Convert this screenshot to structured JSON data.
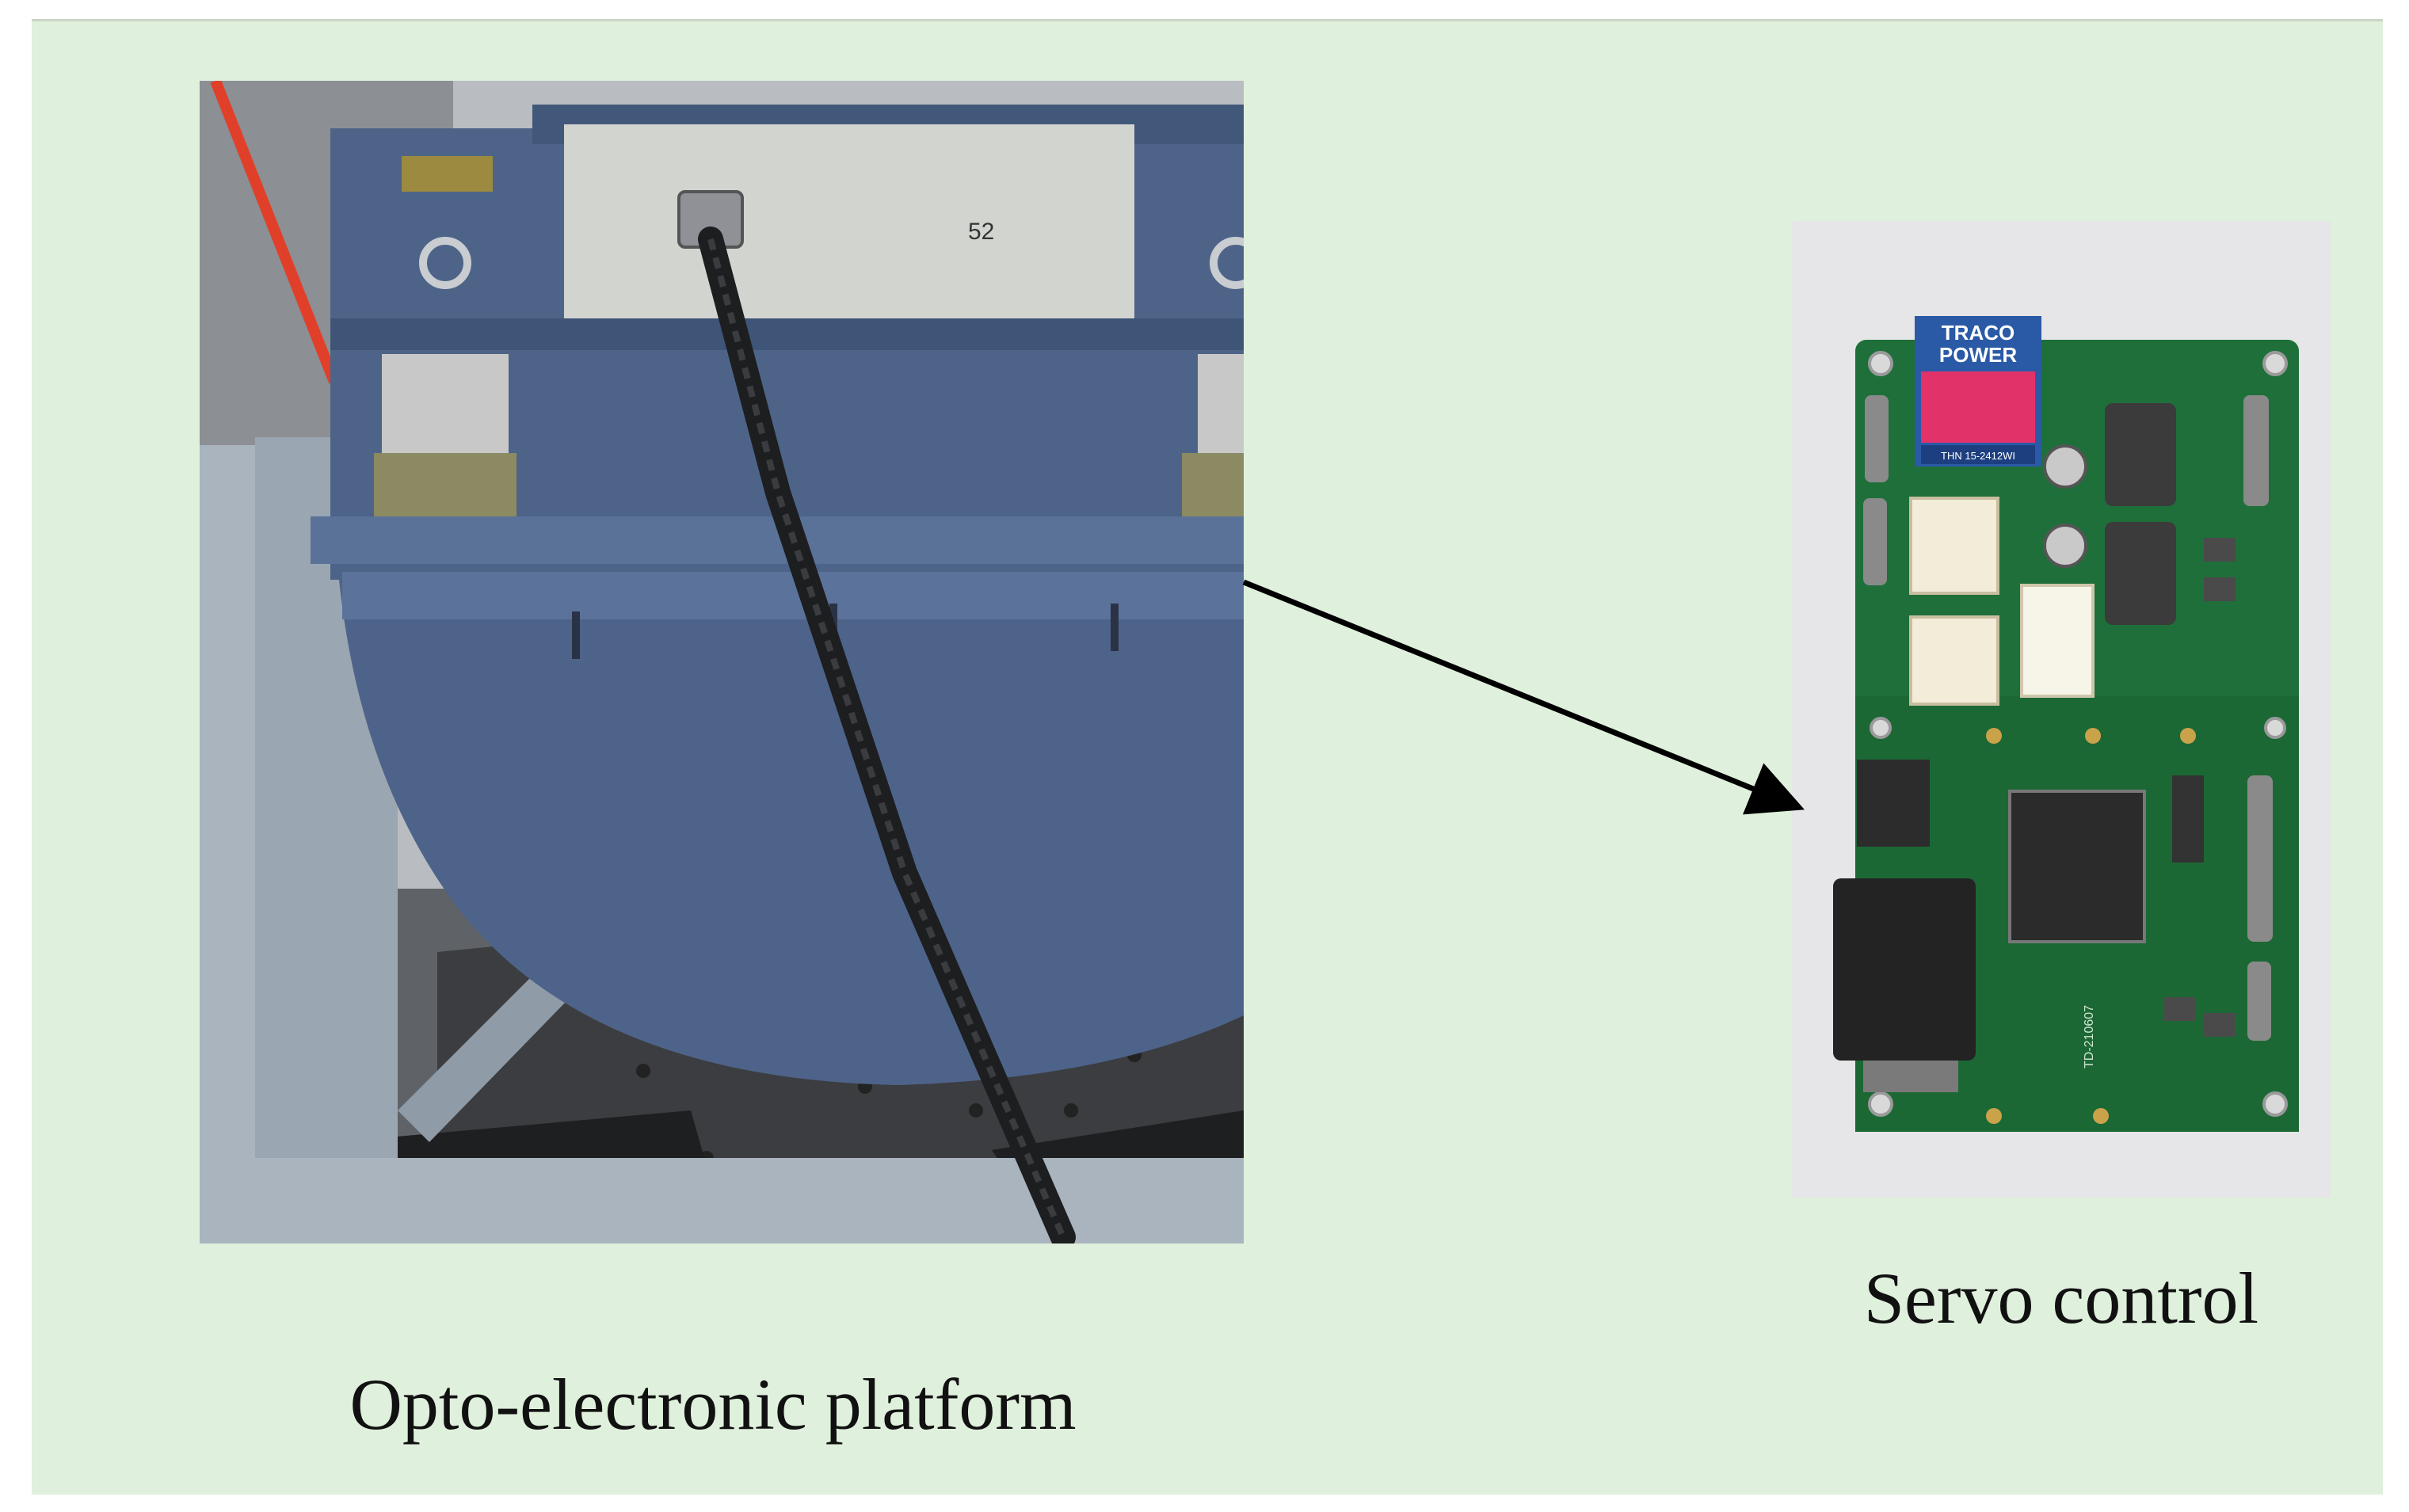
{
  "figure": {
    "background_color": "#dff0dc",
    "panels": [
      {
        "id": "platform",
        "caption": "Opto-electronic platform",
        "photo_icon": "opto-electronic-platform-photo",
        "stamp_text": "52"
      },
      {
        "id": "servo",
        "caption": "Servo control",
        "photo_icon": "servo-control-board-photo",
        "module_brand_line1": "TRACO",
        "module_brand_line2": "POWER",
        "module_model": "THN 15-2412WI",
        "board_marking": "TD-210607"
      }
    ],
    "arrow": {
      "from": "platform",
      "to": "servo",
      "color": "#000000"
    }
  }
}
